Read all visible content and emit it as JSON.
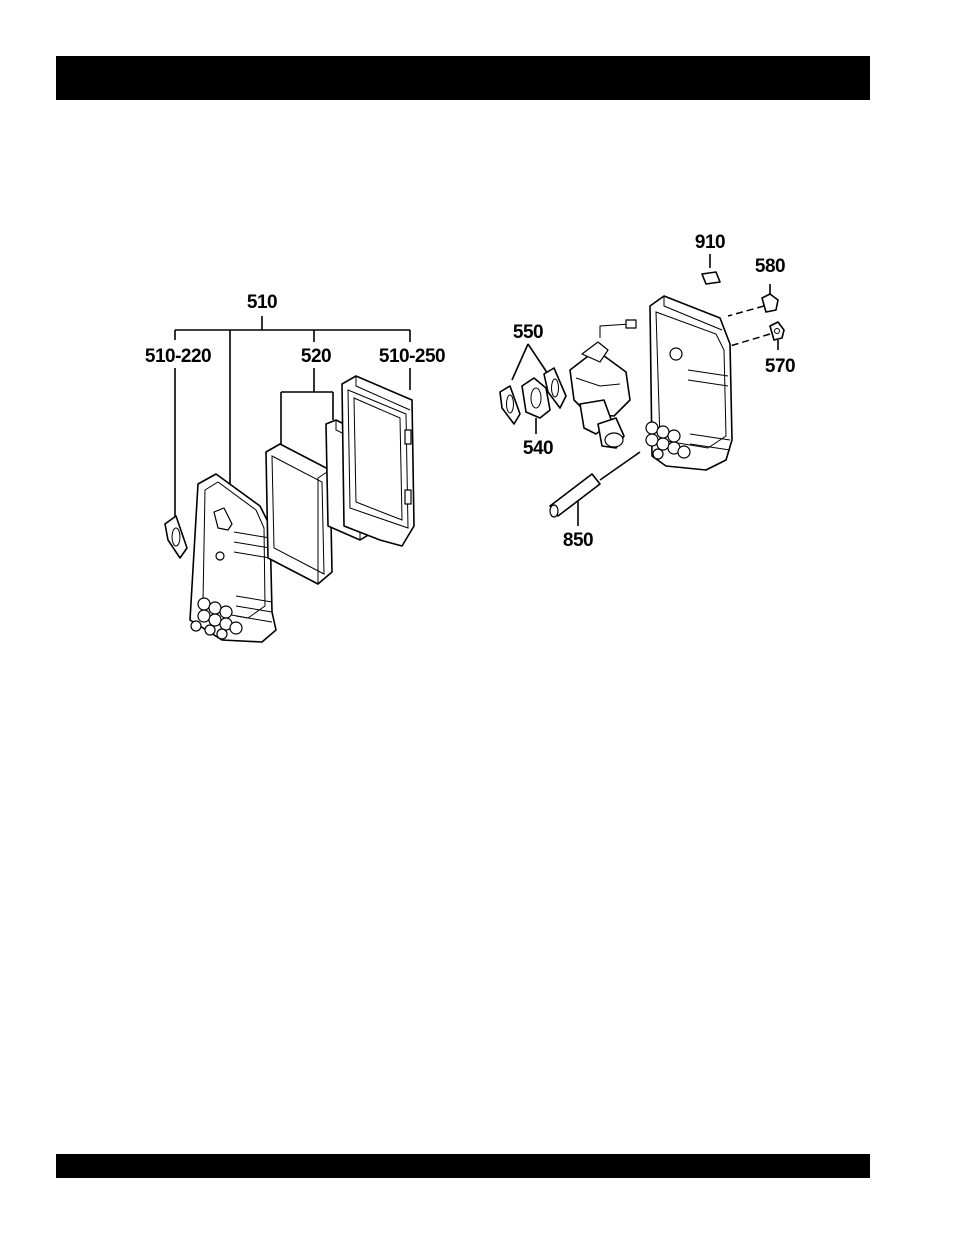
{
  "header_bar": {
    "color": "#000000"
  },
  "footer_bar": {
    "color": "#000000"
  },
  "callouts": {
    "p510": "510",
    "p510_220": "510-220",
    "p520": "520",
    "p510_250": "510-250",
    "p550": "550",
    "p540": "540",
    "p850": "850",
    "p910": "910",
    "p580": "580",
    "p570": "570"
  }
}
